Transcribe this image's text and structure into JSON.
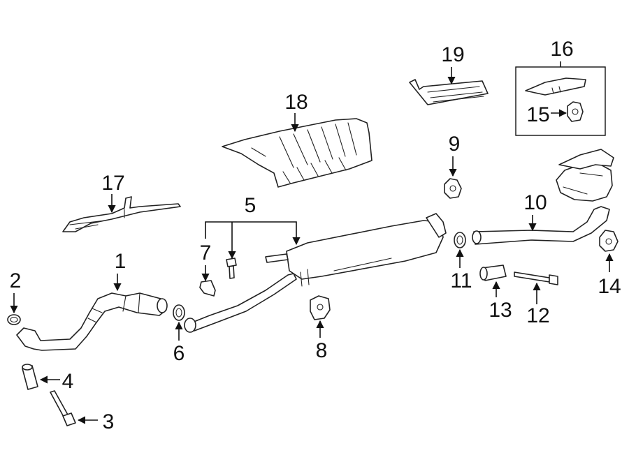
{
  "diagram": {
    "callouts": [
      {
        "id": "1",
        "label": "1"
      },
      {
        "id": "2",
        "label": "2"
      },
      {
        "id": "3",
        "label": "3"
      },
      {
        "id": "4",
        "label": "4"
      },
      {
        "id": "5",
        "label": "5"
      },
      {
        "id": "6",
        "label": "6"
      },
      {
        "id": "7",
        "label": "7"
      },
      {
        "id": "8",
        "label": "8"
      },
      {
        "id": "9",
        "label": "9"
      },
      {
        "id": "10",
        "label": "10"
      },
      {
        "id": "11",
        "label": "11"
      },
      {
        "id": "12",
        "label": "12"
      },
      {
        "id": "13",
        "label": "13"
      },
      {
        "id": "14",
        "label": "14"
      },
      {
        "id": "15",
        "label": "15"
      },
      {
        "id": "16",
        "label": "16"
      },
      {
        "id": "17",
        "label": "17"
      },
      {
        "id": "18",
        "label": "18"
      },
      {
        "id": "19",
        "label": "19"
      }
    ],
    "colors": {
      "line": "#222222",
      "background": "#ffffff"
    }
  }
}
